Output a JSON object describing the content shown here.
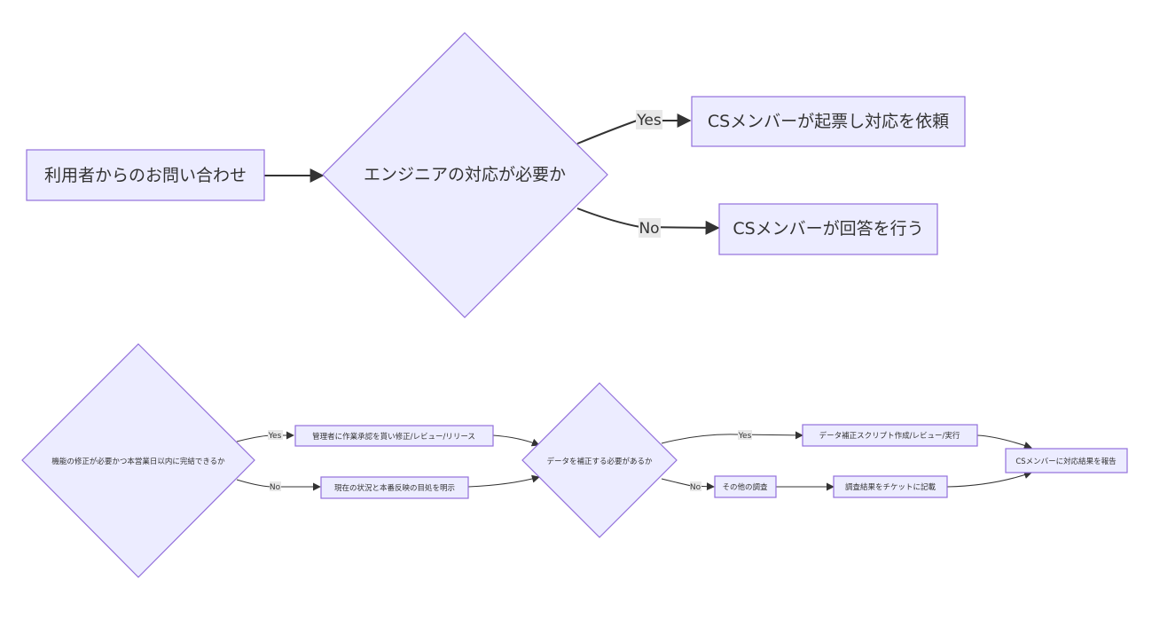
{
  "colors": {
    "node_fill": "#ECECFF",
    "node_stroke": "#9370DB",
    "edge": "#333333",
    "text": "#333333",
    "edge_label_bg": "#e8e8e8"
  },
  "flow1": {
    "nodes": {
      "inquiry": "利用者からのお問い合わせ",
      "need_engineer": "エンジニアの対応が必要か",
      "ticket": "CSメンバーが起票し対応を依頼",
      "cs_answer": "CSメンバーが回答を行う"
    },
    "edges": {
      "yes": "Yes",
      "no": "No"
    }
  },
  "flow2": {
    "nodes": {
      "fix_decision": "機能の修正が必要かつ本営業日以内に完結できるか",
      "approve_fix": "管理者に作業承認を貰い修正/レビュー/リリース",
      "state_status": "現在の状況と本番反映の目処を明示",
      "data_decision": "データを補正する必要があるか",
      "data_script": "データ補正スクリプト作成/レビュー/実行",
      "other_investigation": "その他の調査",
      "record_ticket": "調査結果をチケットに記載",
      "report_cs": "CSメンバーに対応結果を報告"
    },
    "edges": {
      "fix_yes": "Yes",
      "fix_no": "No",
      "data_yes": "Yes",
      "data_no": "No"
    }
  }
}
